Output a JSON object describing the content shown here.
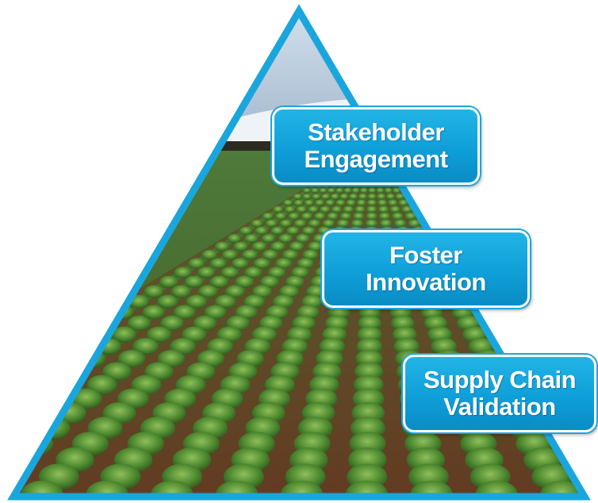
{
  "pyramid": {
    "levels": [
      {
        "line1": "Stakeholder",
        "line2": "Engagement"
      },
      {
        "line1": "Foster",
        "line2": "Innovation"
      },
      {
        "line1": "Supply Chain",
        "line2": "Validation"
      }
    ],
    "colors": {
      "border": "#1aa6dd",
      "box_fill": "#0f9fd8",
      "text": "#ffffff",
      "sky": "#b9c9dc",
      "soil": "#6b3b22",
      "crop": "#3f7a2a"
    }
  }
}
